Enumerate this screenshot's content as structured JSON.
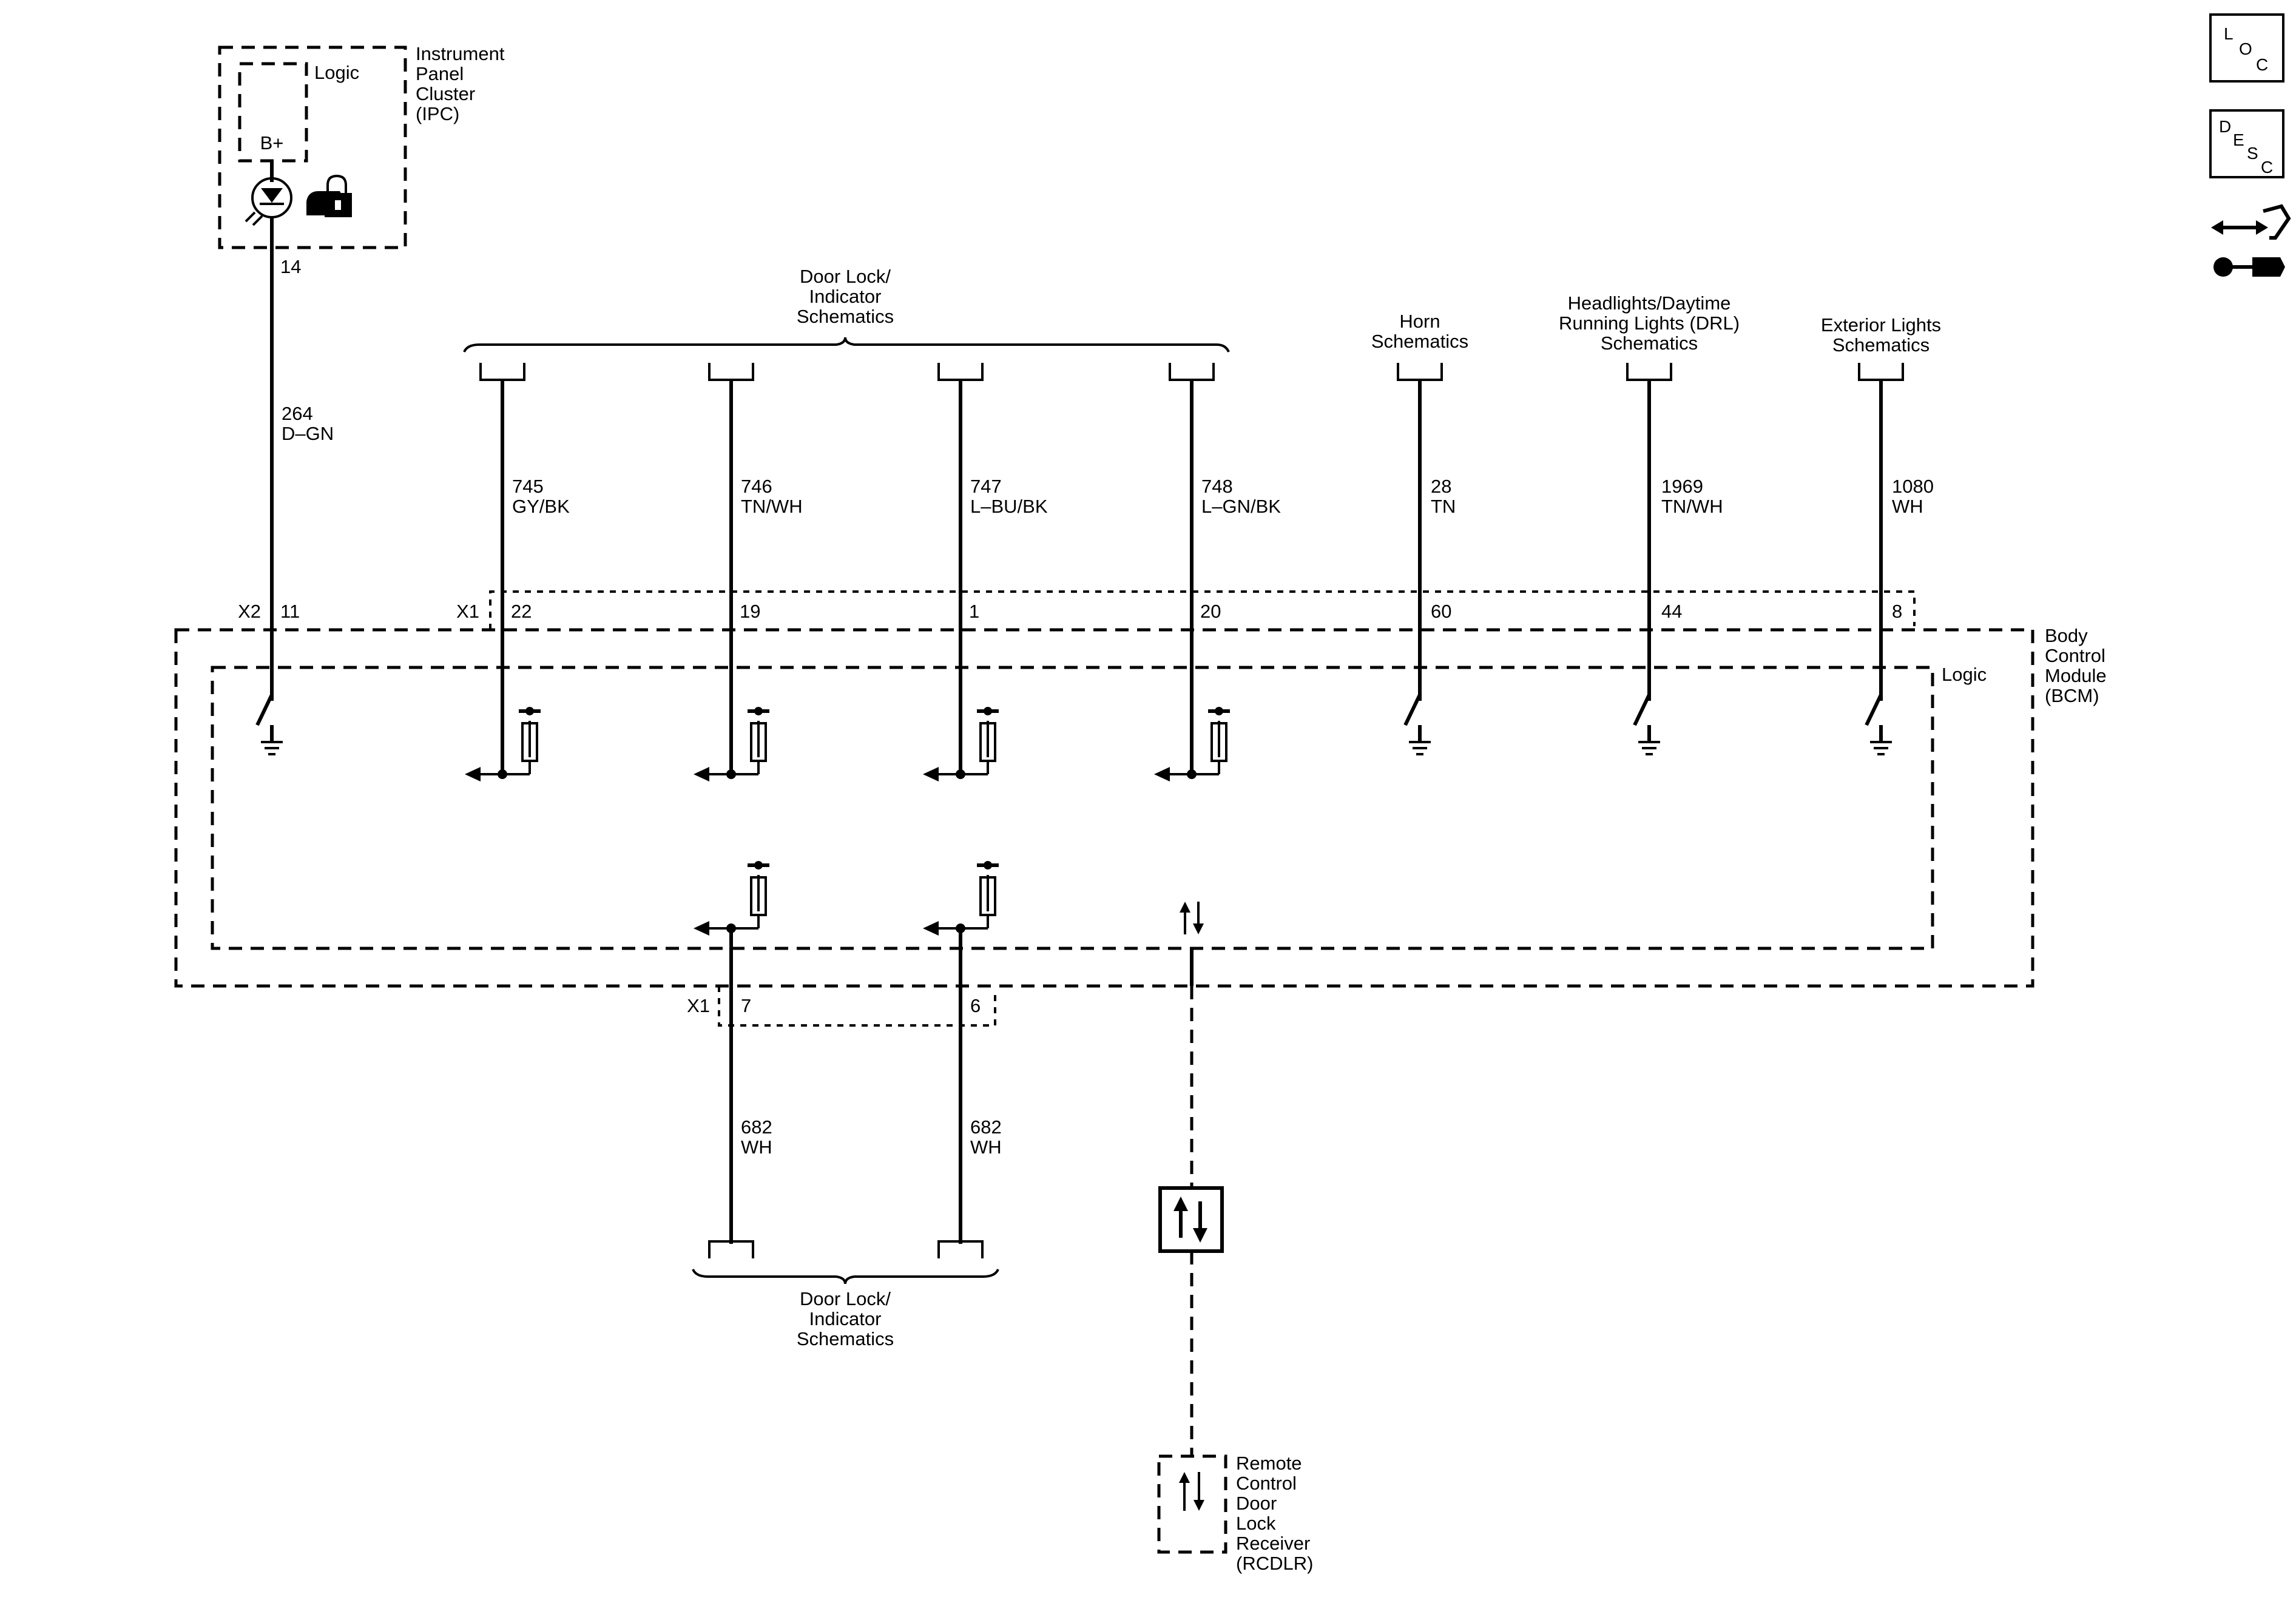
{
  "nav_icons": {
    "loc": {
      "l1": "L",
      "l2": "O",
      "l3": "C",
      "icon": "loc-icon"
    },
    "desc": {
      "l1": "D",
      "l2": "E",
      "l3": "S",
      "l4": "C",
      "icon": "desc-icon"
    },
    "connector": {
      "icon": "connector-arrows-icon"
    }
  },
  "ipc": {
    "name_lines": [
      "Instrument",
      "Panel",
      "Cluster",
      "(IPC)"
    ],
    "logic": "Logic",
    "supply": "B+",
    "pin": "14",
    "indicator_icon": "door-lock-indicator-icon"
  },
  "bcm": {
    "name_lines": [
      "Body",
      "Control",
      "Module",
      "(BCM)"
    ],
    "logic": "Logic",
    "x1_top": "X1",
    "x1_bottom": "X1",
    "x2": "X2"
  },
  "top_groups": {
    "door_lock_top": [
      "Door Lock/",
      "Indicator",
      "Schematics"
    ],
    "horn": [
      "Horn",
      "Schematics"
    ],
    "headlights": [
      "Headlights/Daytime",
      "Running Lights (DRL)",
      "Schematics"
    ],
    "exterior": [
      "Exterior Lights",
      "Schematics"
    ]
  },
  "wires_top": [
    {
      "circuit": "264",
      "color": "D–GN",
      "pin": "11"
    },
    {
      "circuit": "745",
      "color": "GY/BK",
      "pin": "22"
    },
    {
      "circuit": "746",
      "color": "TN/WH",
      "pin": "19"
    },
    {
      "circuit": "747",
      "color": "L–BU/BK",
      "pin": "1"
    },
    {
      "circuit": "748",
      "color": "L–GN/BK",
      "pin": "20"
    },
    {
      "circuit": "28",
      "color": "TN",
      "pin": "60"
    },
    {
      "circuit": "1969",
      "color": "TN/WH",
      "pin": "44"
    },
    {
      "circuit": "1080",
      "color": "WH",
      "pin": "8"
    }
  ],
  "wires_bottom": [
    {
      "circuit": "682",
      "color": "WH",
      "pin": "7"
    },
    {
      "circuit": "682",
      "color": "WH",
      "pin": "6"
    }
  ],
  "door_lock_bottom": [
    "Door Lock/",
    "Indicator",
    "Schematics"
  ],
  "rcdlr": {
    "name_lines": [
      "Remote",
      "Control",
      "Door",
      "Lock",
      "Receiver",
      "(RCDLR)"
    ]
  }
}
